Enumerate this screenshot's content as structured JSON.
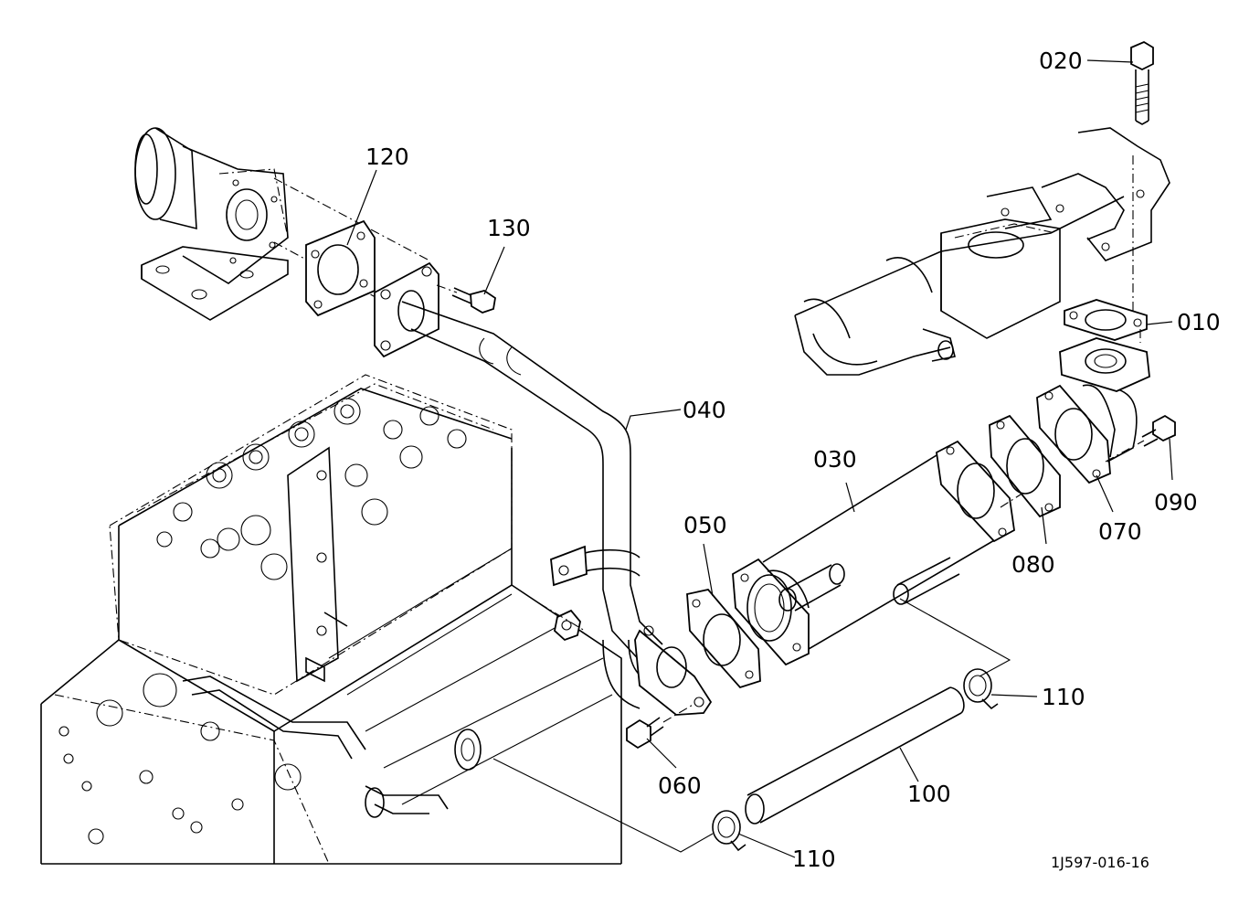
{
  "diagram": {
    "drawing_number": "1J597-016-16",
    "parts": [
      {
        "id": "p010",
        "number": "010"
      },
      {
        "id": "p020",
        "number": "020"
      },
      {
        "id": "p030",
        "number": "030"
      },
      {
        "id": "p040",
        "number": "040"
      },
      {
        "id": "p050",
        "number": "050"
      },
      {
        "id": "p060",
        "number": "060"
      },
      {
        "id": "p070",
        "number": "070"
      },
      {
        "id": "p080",
        "number": "080"
      },
      {
        "id": "p090",
        "number": "090"
      },
      {
        "id": "p100",
        "number": "100"
      },
      {
        "id": "p110a",
        "number": "110"
      },
      {
        "id": "p110b",
        "number": "110"
      },
      {
        "id": "p120",
        "number": "120"
      },
      {
        "id": "p130",
        "number": "130"
      }
    ]
  }
}
